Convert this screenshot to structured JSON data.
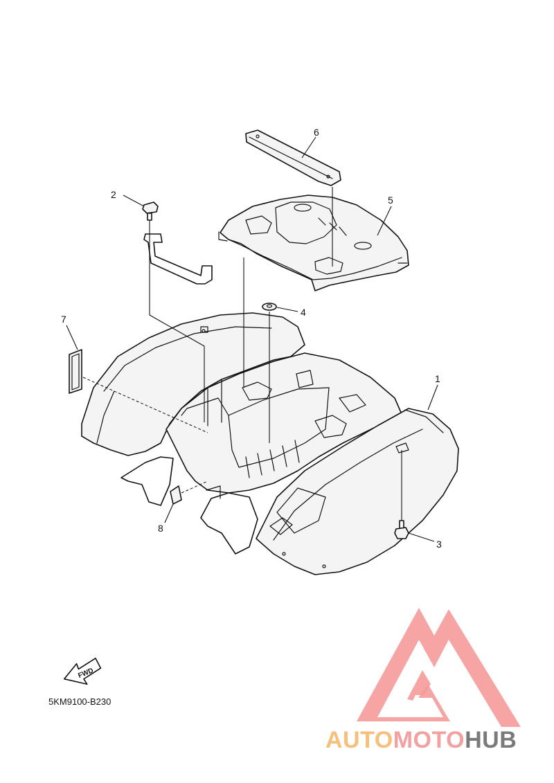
{
  "callouts": [
    {
      "label": "1"
    },
    {
      "label": "2"
    },
    {
      "label": "3"
    },
    {
      "label": "4"
    },
    {
      "label": "5"
    },
    {
      "label": "6"
    },
    {
      "label": "7"
    },
    {
      "label": "8"
    }
  ],
  "direction_label": "FWD",
  "diagram_code": "5KM9100-B230",
  "watermark": {
    "part1": "AUTO",
    "part2": "MOTO",
    "part3": "HUB",
    "color1": "#f6bf7a",
    "color2": "#f3a0a0",
    "color3": "#7a7a7a",
    "logo_color": "#f59a9a"
  }
}
